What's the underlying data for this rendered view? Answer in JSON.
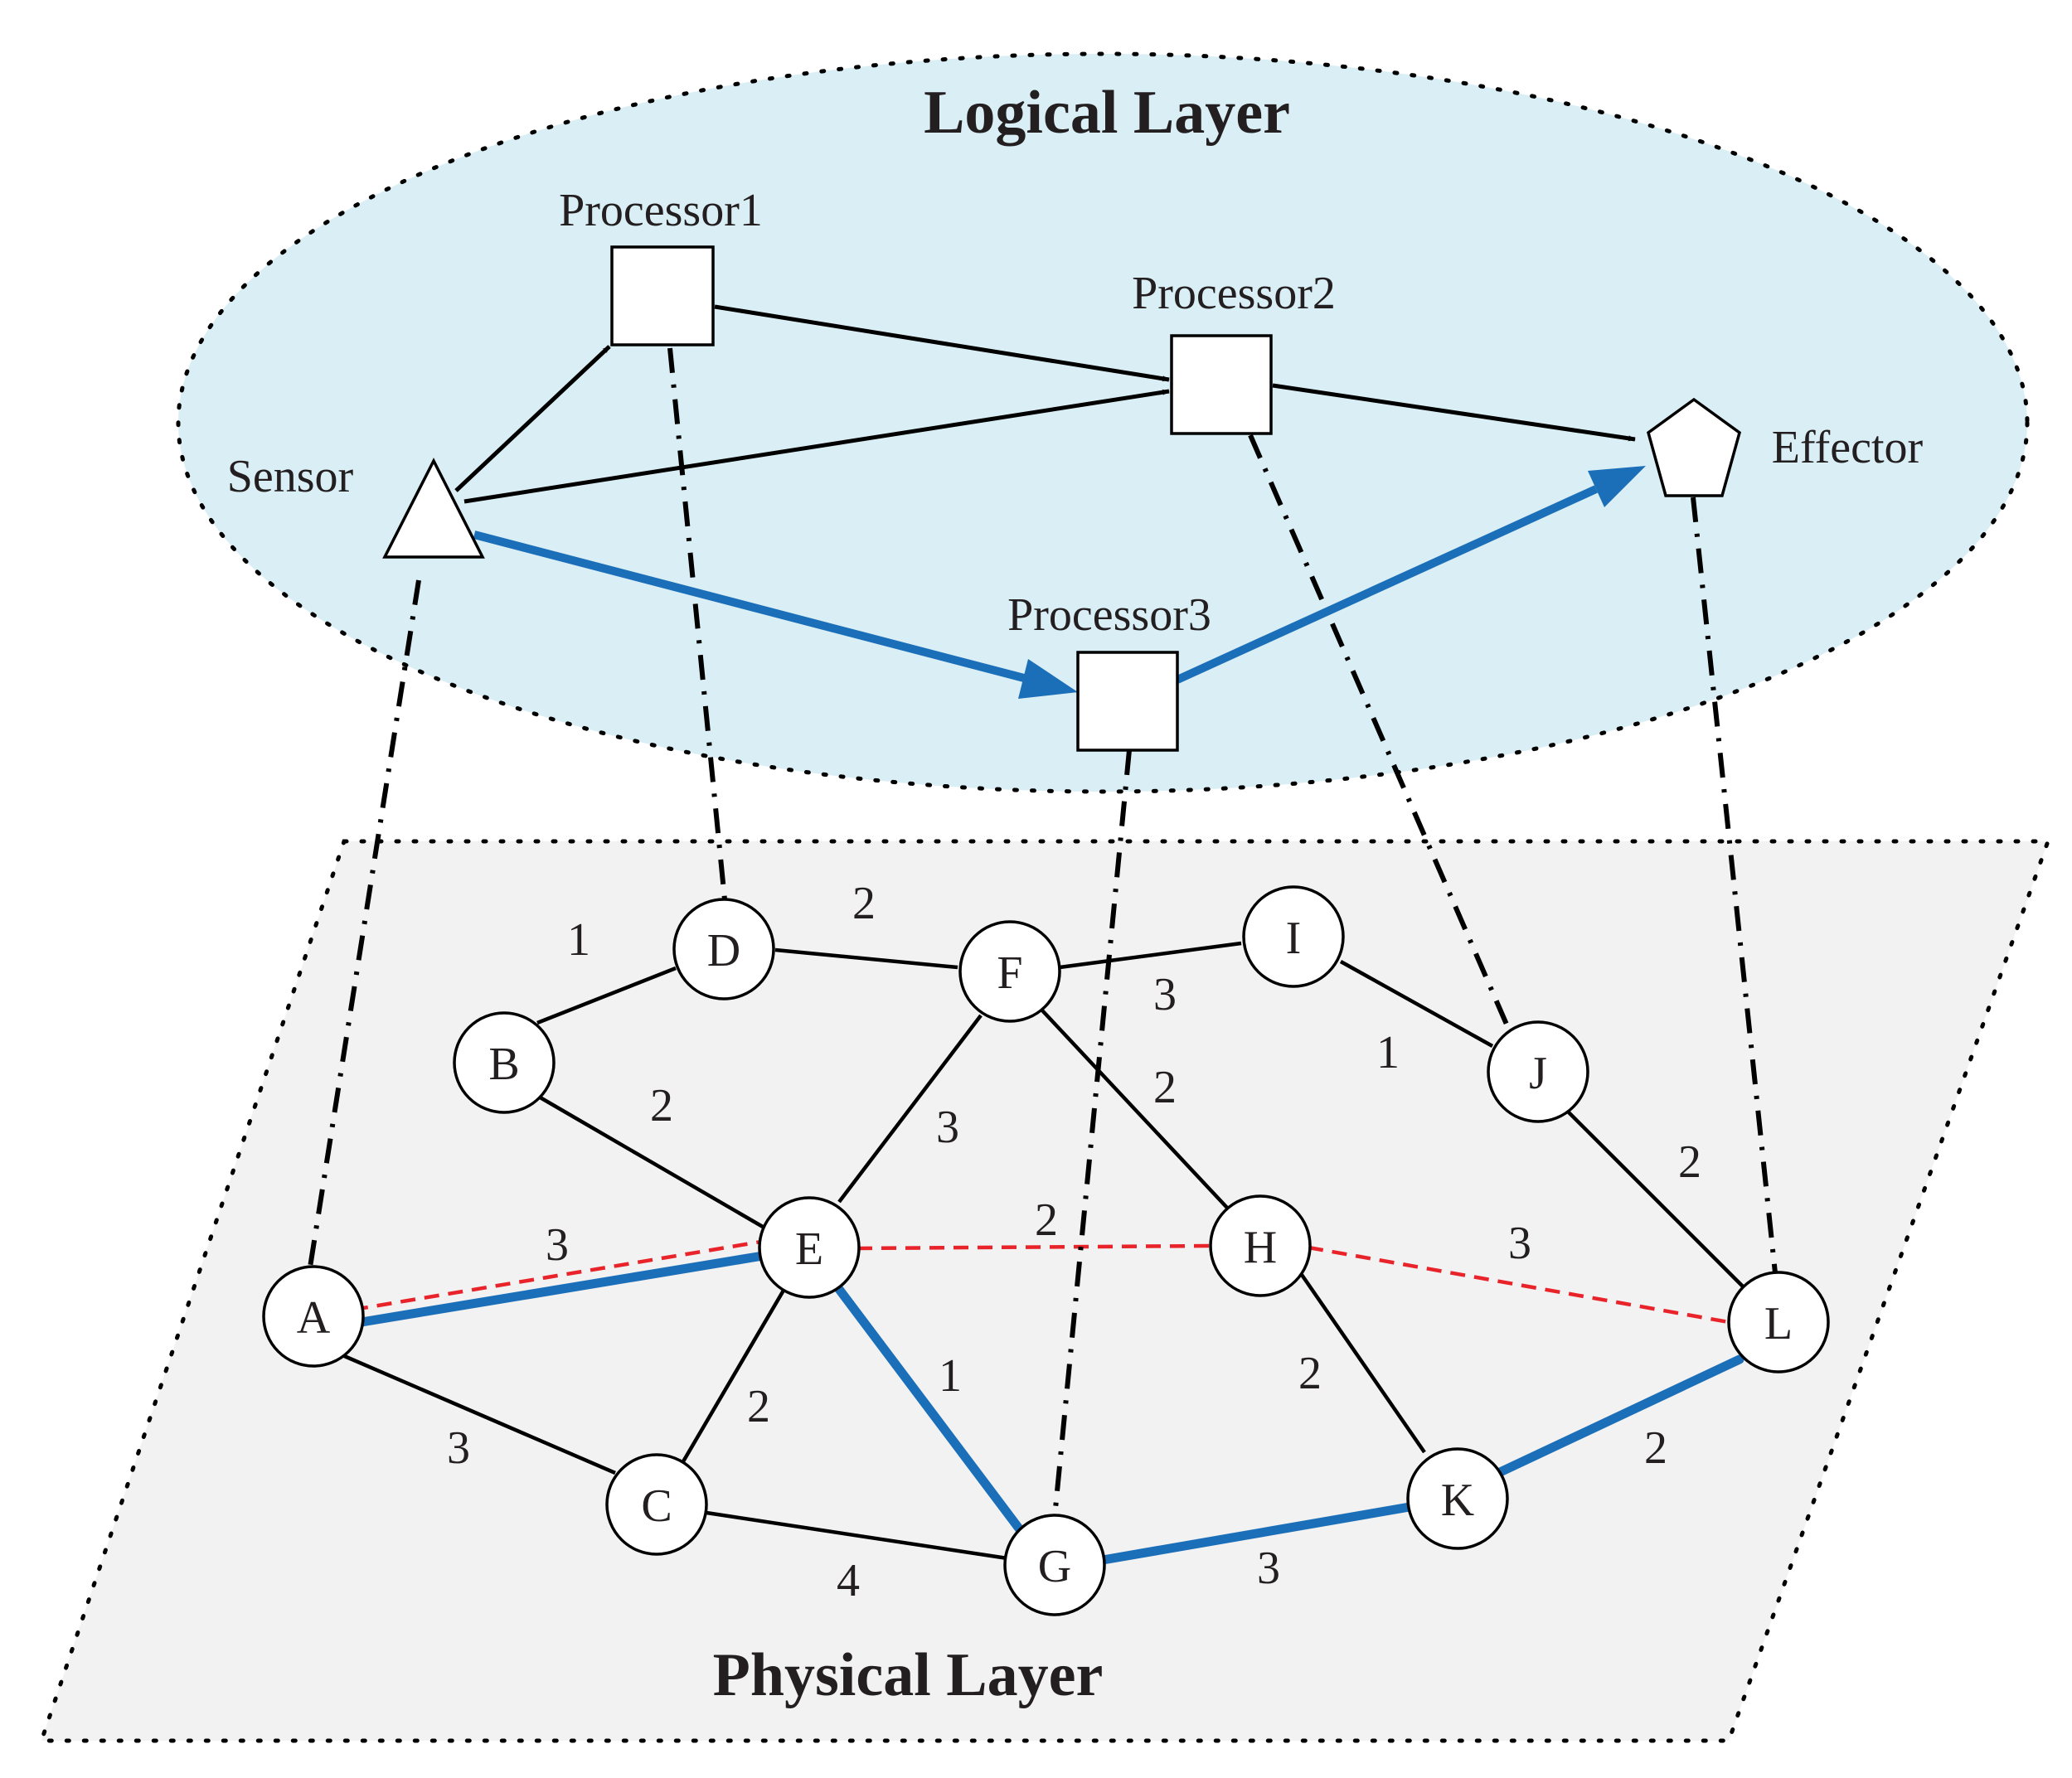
{
  "logical_layer": {
    "title": "Logical Layer",
    "background_color": "#daeef5",
    "nodes": [
      {
        "id": "sensor",
        "label": "Sensor",
        "shape": "triangle"
      },
      {
        "id": "p1",
        "label": "Processor1",
        "shape": "square"
      },
      {
        "id": "p2",
        "label": "Processor2",
        "shape": "square"
      },
      {
        "id": "p3",
        "label": "Processor3",
        "shape": "square"
      },
      {
        "id": "effector",
        "label": "Effector",
        "shape": "pentagon"
      }
    ],
    "arrows": [
      {
        "from": "sensor",
        "to": "p1",
        "highlight": false
      },
      {
        "from": "sensor",
        "to": "p2",
        "highlight": false
      },
      {
        "from": "p1",
        "to": "p2",
        "highlight": false
      },
      {
        "from": "p2",
        "to": "effector",
        "highlight": false
      },
      {
        "from": "sensor",
        "to": "p3",
        "highlight": true
      },
      {
        "from": "p3",
        "to": "effector",
        "highlight": true
      }
    ]
  },
  "physical_layer": {
    "title": "Physical Layer",
    "background_color": "#f2f2f2",
    "nodes": [
      "A",
      "B",
      "C",
      "D",
      "E",
      "F",
      "G",
      "H",
      "I",
      "J",
      "K",
      "L"
    ],
    "edges": [
      {
        "from": "B",
        "to": "D",
        "weight": "1",
        "style": "normal"
      },
      {
        "from": "D",
        "to": "F",
        "weight": "2",
        "style": "normal"
      },
      {
        "from": "F",
        "to": "I",
        "weight": "3",
        "style": "normal"
      },
      {
        "from": "I",
        "to": "J",
        "weight": "1",
        "style": "normal"
      },
      {
        "from": "B",
        "to": "E",
        "weight": "2",
        "style": "normal"
      },
      {
        "from": "F",
        "to": "E",
        "weight": "3",
        "style": "normal"
      },
      {
        "from": "F",
        "to": "H",
        "weight": "2",
        "style": "normal"
      },
      {
        "from": "J",
        "to": "L",
        "weight": "2",
        "style": "normal"
      },
      {
        "from": "A",
        "to": "E",
        "weight": "3",
        "style": "highlight-with-red"
      },
      {
        "from": "E",
        "to": "H",
        "weight": "2",
        "style": "dashed-red"
      },
      {
        "from": "H",
        "to": "L",
        "weight": "3",
        "style": "dashed-red"
      },
      {
        "from": "A",
        "to": "C",
        "weight": "3",
        "style": "normal"
      },
      {
        "from": "C",
        "to": "E",
        "weight": "2",
        "style": "normal"
      },
      {
        "from": "E",
        "to": "G",
        "weight": "1",
        "style": "highlight"
      },
      {
        "from": "H",
        "to": "K",
        "weight": "2",
        "style": "normal"
      },
      {
        "from": "C",
        "to": "G",
        "weight": "4",
        "style": "normal"
      },
      {
        "from": "G",
        "to": "K",
        "weight": "3",
        "style": "highlight"
      },
      {
        "from": "K",
        "to": "L",
        "weight": "2",
        "style": "highlight"
      }
    ]
  },
  "mappings": [
    {
      "logical": "sensor",
      "physical": "A"
    },
    {
      "logical": "p1",
      "physical": "D"
    },
    {
      "logical": "p2",
      "physical": "J"
    },
    {
      "logical": "p3",
      "physical": "G"
    },
    {
      "logical": "effector",
      "physical": "L"
    }
  ],
  "colors": {
    "highlight_path": "#1b6fb8",
    "alternate_path": "#e8232a",
    "edge": "#000000"
  }
}
